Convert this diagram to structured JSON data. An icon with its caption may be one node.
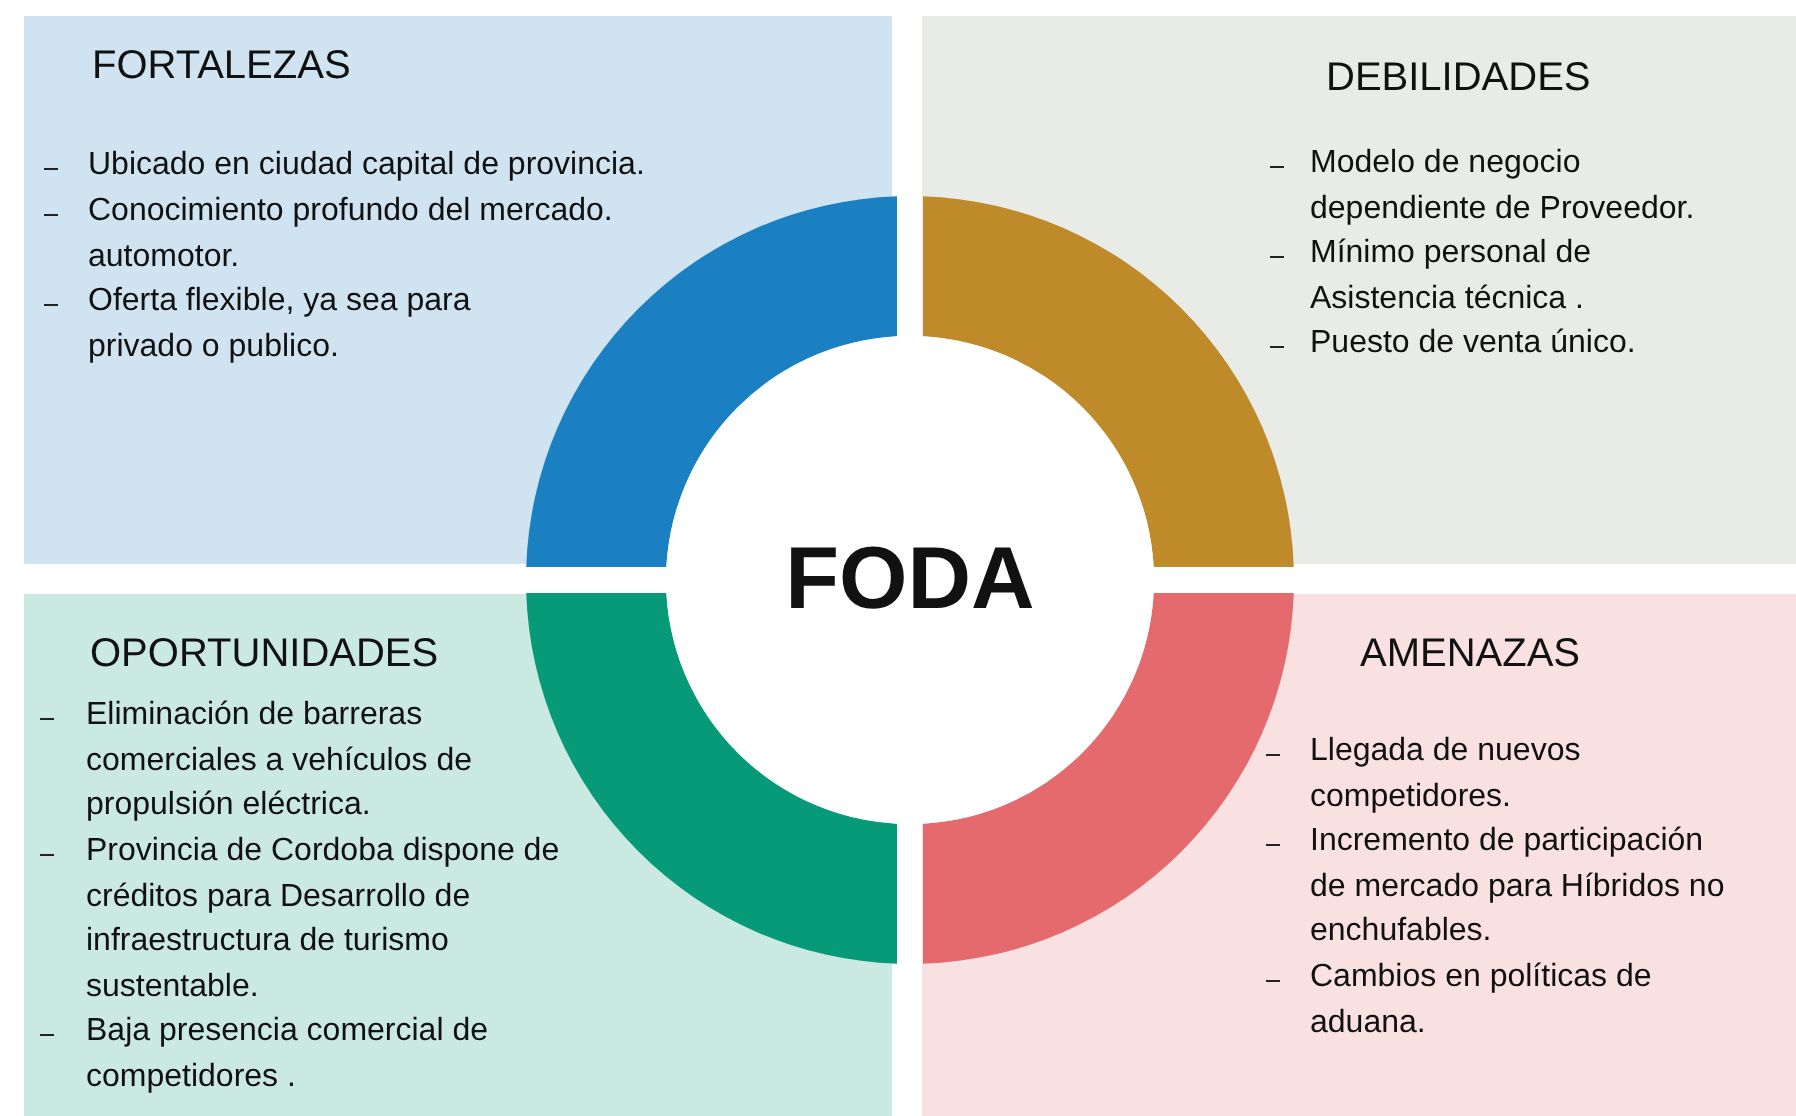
{
  "diagram": {
    "nodes": [
      {
        "text": [
          "FORTALEZAS",
          "Ubicado en ciudad capital de provincia.",
          "Conocimiento profundo del mercado. automotor.",
          "Oferta flexible, ya sea para privado o publico."
        ]
      },
      {
        "text": [
          "DEBILIDADES",
          "Modelo de negocio dependiente de Proveedor.",
          "Mínimo personal de Asistencia técnica .",
          "Puesto de venta único."
        ]
      },
      {
        "text": [
          "FODA"
        ]
      },
      {
        "text": [
          "OPORTUNIDADES",
          "Eliminación de barreras comerciales a vehículos de propulsión eléctrica.",
          "Provincia de Cordoba dispone de créditos para Desarrollo de infraestructura de turismo sustentable.",
          "Baja presencia comercial de competidores ."
        ]
      },
      {
        "text": [
          "AMENAZAS",
          "Llegada de nuevos competidores.",
          "Incremento de participación de mercado para Híbridos no enchufables.",
          "Cambios en políticas de aduana."
        ]
      }
    ],
    "edges": []
  }
}
